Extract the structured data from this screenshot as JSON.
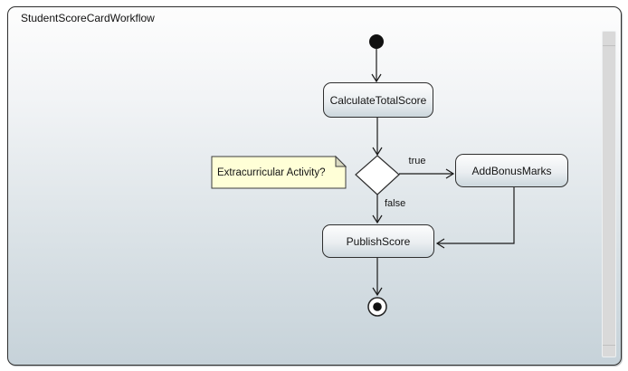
{
  "window": {
    "title": "StudentScoreCardWorkflow"
  },
  "diagram": {
    "nodes": {
      "initial": {
        "type": "initial-node"
      },
      "calculate_total_score": {
        "label": "CalculateTotalScore",
        "type": "activity"
      },
      "decision": {
        "type": "decision-diamond"
      },
      "add_bonus_marks": {
        "label": "AddBonusMarks",
        "type": "activity"
      },
      "publish_score": {
        "label": "PublishScore",
        "type": "activity"
      },
      "final": {
        "type": "final-node"
      }
    },
    "note": {
      "text": "Extracurricular Activity?"
    },
    "edges": {
      "true_label": "true",
      "false_label": "false"
    }
  },
  "colors": {
    "canvas_top": "#fdfdfd",
    "canvas_bottom": "#c6d2d9",
    "node_fill_top": "#fdfdfd",
    "node_fill_bottom": "#ccd7dd",
    "node_border": "#2e2e2e",
    "note_background": "#ffffd7",
    "note_fold": "#dadac2",
    "connector_line": "#1a1a1a",
    "scrollbar": "#d9d9d9"
  }
}
